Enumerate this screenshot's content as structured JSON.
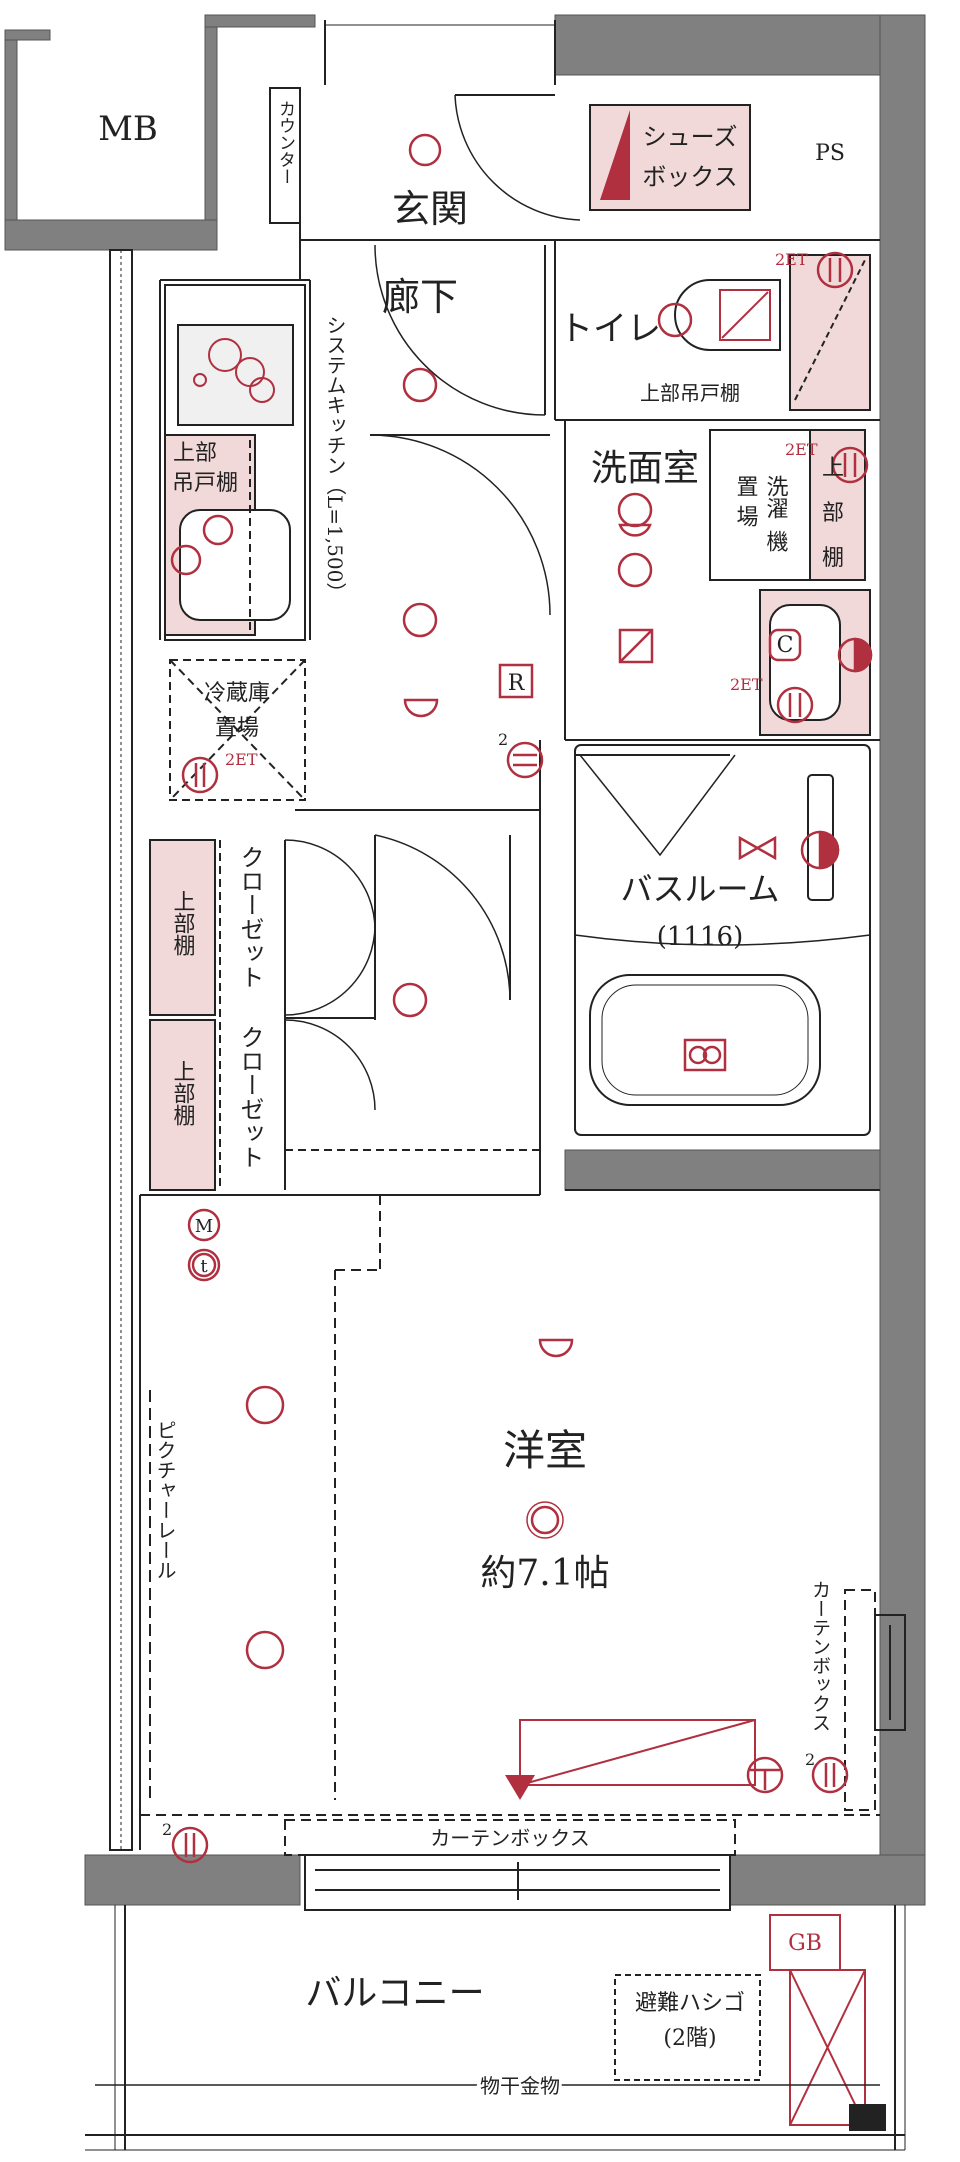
{
  "labels": {
    "mb": "MB",
    "ps": "PS",
    "counter": "カウンター",
    "entrance": "玄関",
    "shoe_box_1": "シューズ",
    "shoe_box_2": "ボックス",
    "corridor": "廊下",
    "toilet": "トイレ",
    "upper_cabinet_toilet": "上部吊戸棚",
    "washroom": "洗面室",
    "washer_1": "洗濯",
    "washer_2": "機",
    "washer_3": "置",
    "washer_4": "場",
    "upper_shelf_wash_1": "上",
    "upper_shelf_wash_2": "部",
    "upper_shelf_wash_3": "棚",
    "kitchen": "システムキッチン（L=1,500）",
    "kitchen_cabinet_1": "上部",
    "kitchen_cabinet_2": "吊戸棚",
    "fridge_1": "冷蔵庫",
    "fridge_2": "置場",
    "closet_1": "クローゼット",
    "closet_2": "クローゼット",
    "closet_shelf_1": "上部棚",
    "closet_shelf_2": "上部棚",
    "bathroom": "バスルーム",
    "bathroom_size": "(1116)",
    "western_room": "洋室",
    "room_size": "約7.1帖",
    "picture_rail": "ピクチャーレール",
    "curtain_box_side": "カーテンボックス",
    "curtain_box_bottom": "カーテンボックス",
    "balcony": "バルコニー",
    "evac_ladder_1": "避難ハシゴ",
    "evac_ladder_2": "(2階)",
    "clothes_hanger": "物干金物",
    "gb": "GB",
    "r_mark": "R",
    "c_mark": "C",
    "m_mark": "M",
    "t_mark": "t",
    "label_2et_1": "2ET",
    "label_2et_2": "2ET",
    "label_2et_3": "2ET",
    "label_2et_4": "2ET",
    "label_2_1": "2",
    "label_2_2": "2",
    "label_2_3": "2"
  },
  "colors": {
    "wall": "#808080",
    "wall_dark": "#5a5a5a",
    "line": "#333333",
    "accent": "#b03040",
    "fill_pink": "#f2d9d9"
  }
}
